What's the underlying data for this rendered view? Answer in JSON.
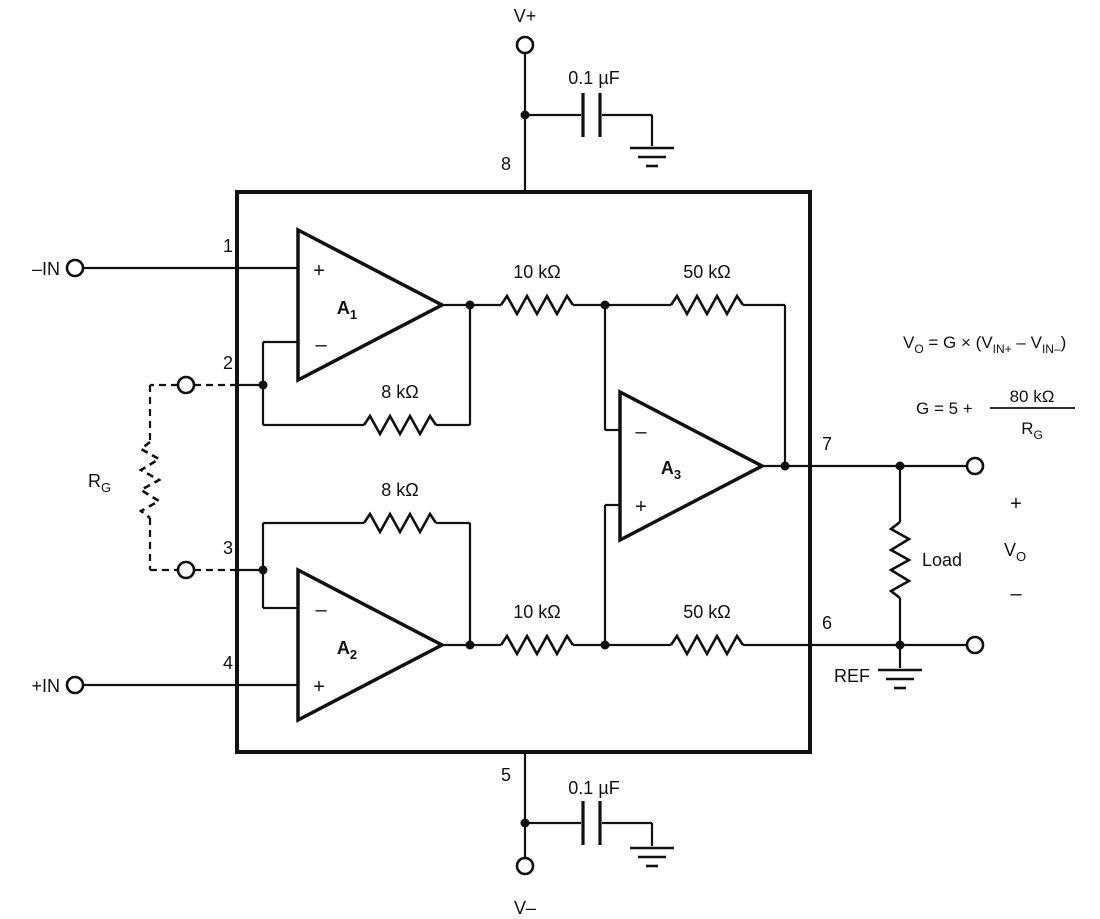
{
  "colors": {
    "line": "#111111",
    "background": "#ffffff"
  },
  "labels": {
    "v_plus": "V+",
    "v_minus": "V–",
    "cap_top": "0.1 µF",
    "cap_bottom": "0.1 µF",
    "in_neg": "–IN",
    "in_pos": "+IN",
    "ref": "REF",
    "load": "Load",
    "out_plus": "+",
    "out_minus": "–"
  },
  "pins": {
    "p1": "1",
    "p2": "2",
    "p3": "3",
    "p4": "4",
    "p5": "5",
    "p6": "6",
    "p7": "7",
    "p8": "8"
  },
  "opamps": {
    "a1": {
      "name": "A",
      "sub": "1",
      "plus": "+",
      "minus": "–"
    },
    "a2": {
      "name": "A",
      "sub": "2",
      "plus": "+",
      "minus": "–"
    },
    "a3": {
      "name": "A",
      "sub": "3",
      "plus": "+",
      "minus": "–"
    }
  },
  "resistors": {
    "fb_top": "8 kΩ",
    "fb_bottom": "8 kΩ",
    "r10_top": "10 kΩ",
    "r10_bottom": "10 kΩ",
    "r50_top": "50 kΩ",
    "r50_bottom": "50 kΩ",
    "rg": {
      "name": "R",
      "sub": "G"
    }
  },
  "output": {
    "v": "V",
    "sub": "O"
  },
  "equations": {
    "eq1": {
      "p1": "V",
      "p2": "O",
      "p3": " = G × (V",
      "p4": "IN+",
      "p5": " – V",
      "p6": "IN–",
      "p7": ")"
    },
    "eq2": {
      "lhs": "G = 5 +",
      "num": "80 kΩ",
      "den": "R",
      "den_sub": "G"
    }
  }
}
